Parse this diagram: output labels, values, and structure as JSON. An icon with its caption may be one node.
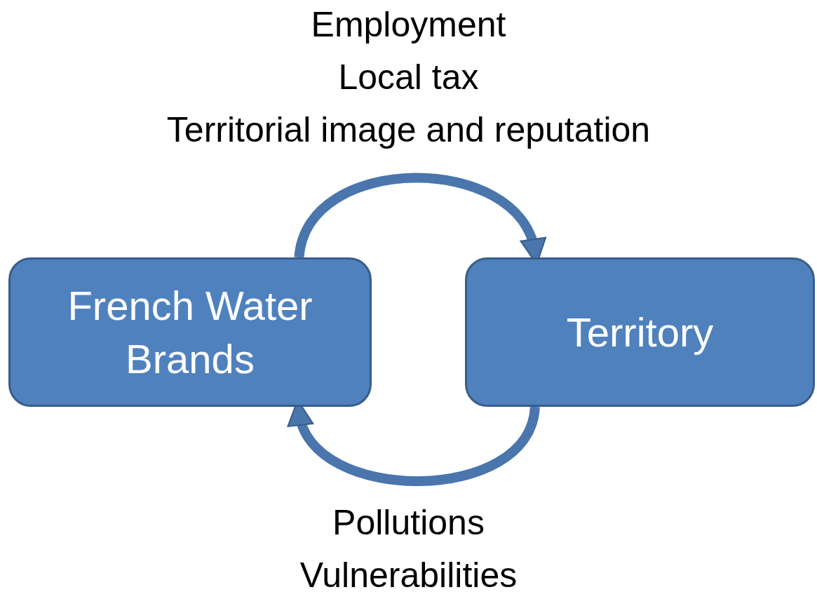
{
  "diagram": {
    "nodes": [
      {
        "text": [
          "French Water Brands"
        ]
      },
      {
        "text": [
          "Territory"
        ]
      }
    ],
    "edges": [
      {
        "from": 0,
        "to": 1,
        "arrow": "to"
      },
      {
        "from": 1,
        "to": 0,
        "arrow": "to"
      }
    ],
    "labels": [
      "Employment",
      "Local tax",
      "Territorial image and reputation",
      "Pollutions",
      "Vulnerabilities"
    ]
  }
}
